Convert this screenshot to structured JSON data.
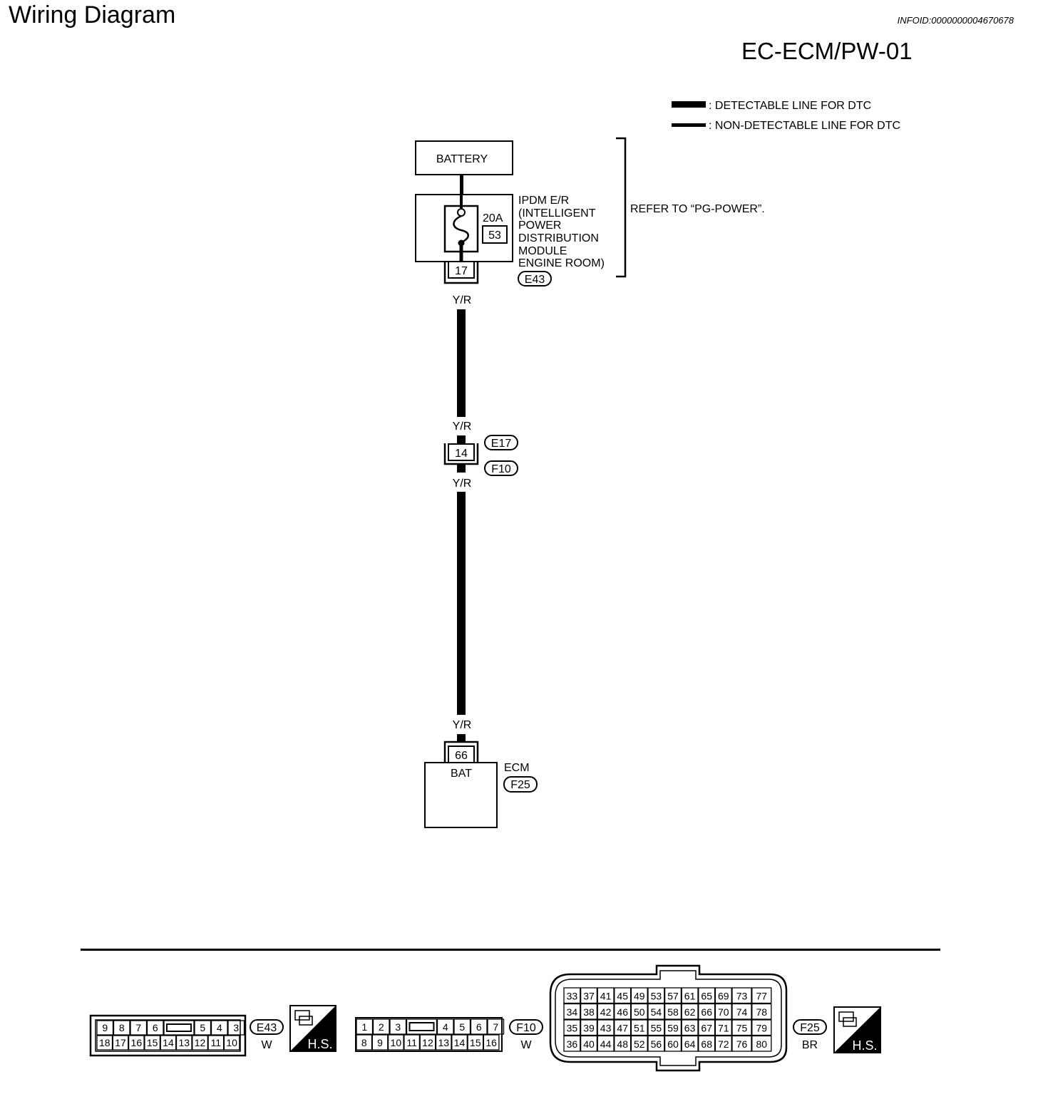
{
  "header": {
    "title": "Wiring Diagram",
    "info_id": "INFOID:0000000004670678",
    "code": "EC-ECM/PW-01"
  },
  "legend": {
    "detectable": ": DETECTABLE LINE FOR DTC",
    "non_detectable": ": NON-DETECTABLE LINE FOR DTC"
  },
  "battery": {
    "label": "BATTERY"
  },
  "ipdm": {
    "lines": [
      "IPDM E/R",
      "(INTELLIGENT",
      "POWER",
      "DISTRIBUTION",
      "MODULE",
      "ENGINE ROOM)"
    ],
    "fuse_rating": "20A",
    "fuse_number": "53",
    "terminal": "17",
    "connector": "E43",
    "reference": "REFER TO “PG-POWER”."
  },
  "wires": {
    "color_top": "Y/R",
    "color_mid_top": "Y/R",
    "color_mid_bottom": "Y/R",
    "color_bottom": "Y/R"
  },
  "joint": {
    "terminal": "14",
    "connector_top": "E17",
    "connector_bottom": "F10"
  },
  "ecm": {
    "terminal": "66",
    "pin_label": "BAT",
    "label": "ECM",
    "connector": "F25"
  },
  "connectors": {
    "e43": {
      "id": "E43",
      "color": "W",
      "hs": "H.S.",
      "top_row": [
        "9",
        "8",
        "7",
        "6",
        "",
        "5",
        "4",
        "3"
      ],
      "bottom_row": [
        "18",
        "17",
        "16",
        "15",
        "14",
        "13",
        "12",
        "11",
        "10"
      ]
    },
    "f10": {
      "id": "F10",
      "color": "W",
      "top_row": [
        "1",
        "2",
        "3",
        "",
        "4",
        "5",
        "6",
        "7"
      ],
      "bottom_row": [
        "8",
        "9",
        "10",
        "11",
        "12",
        "13",
        "14",
        "15",
        "16"
      ]
    },
    "f25": {
      "id": "F25",
      "color": "BR",
      "hs": "H.S.",
      "rows": [
        [
          "33",
          "37",
          "41",
          "45",
          "49",
          "53",
          "57",
          "61",
          "65",
          "69",
          "73",
          "77"
        ],
        [
          "34",
          "38",
          "42",
          "46",
          "50",
          "54",
          "58",
          "62",
          "66",
          "70",
          "74",
          "78"
        ],
        [
          "35",
          "39",
          "43",
          "47",
          "51",
          "55",
          "59",
          "63",
          "67",
          "71",
          "75",
          "79"
        ],
        [
          "36",
          "40",
          "44",
          "48",
          "52",
          "56",
          "60",
          "64",
          "68",
          "72",
          "76",
          "80"
        ]
      ]
    }
  }
}
